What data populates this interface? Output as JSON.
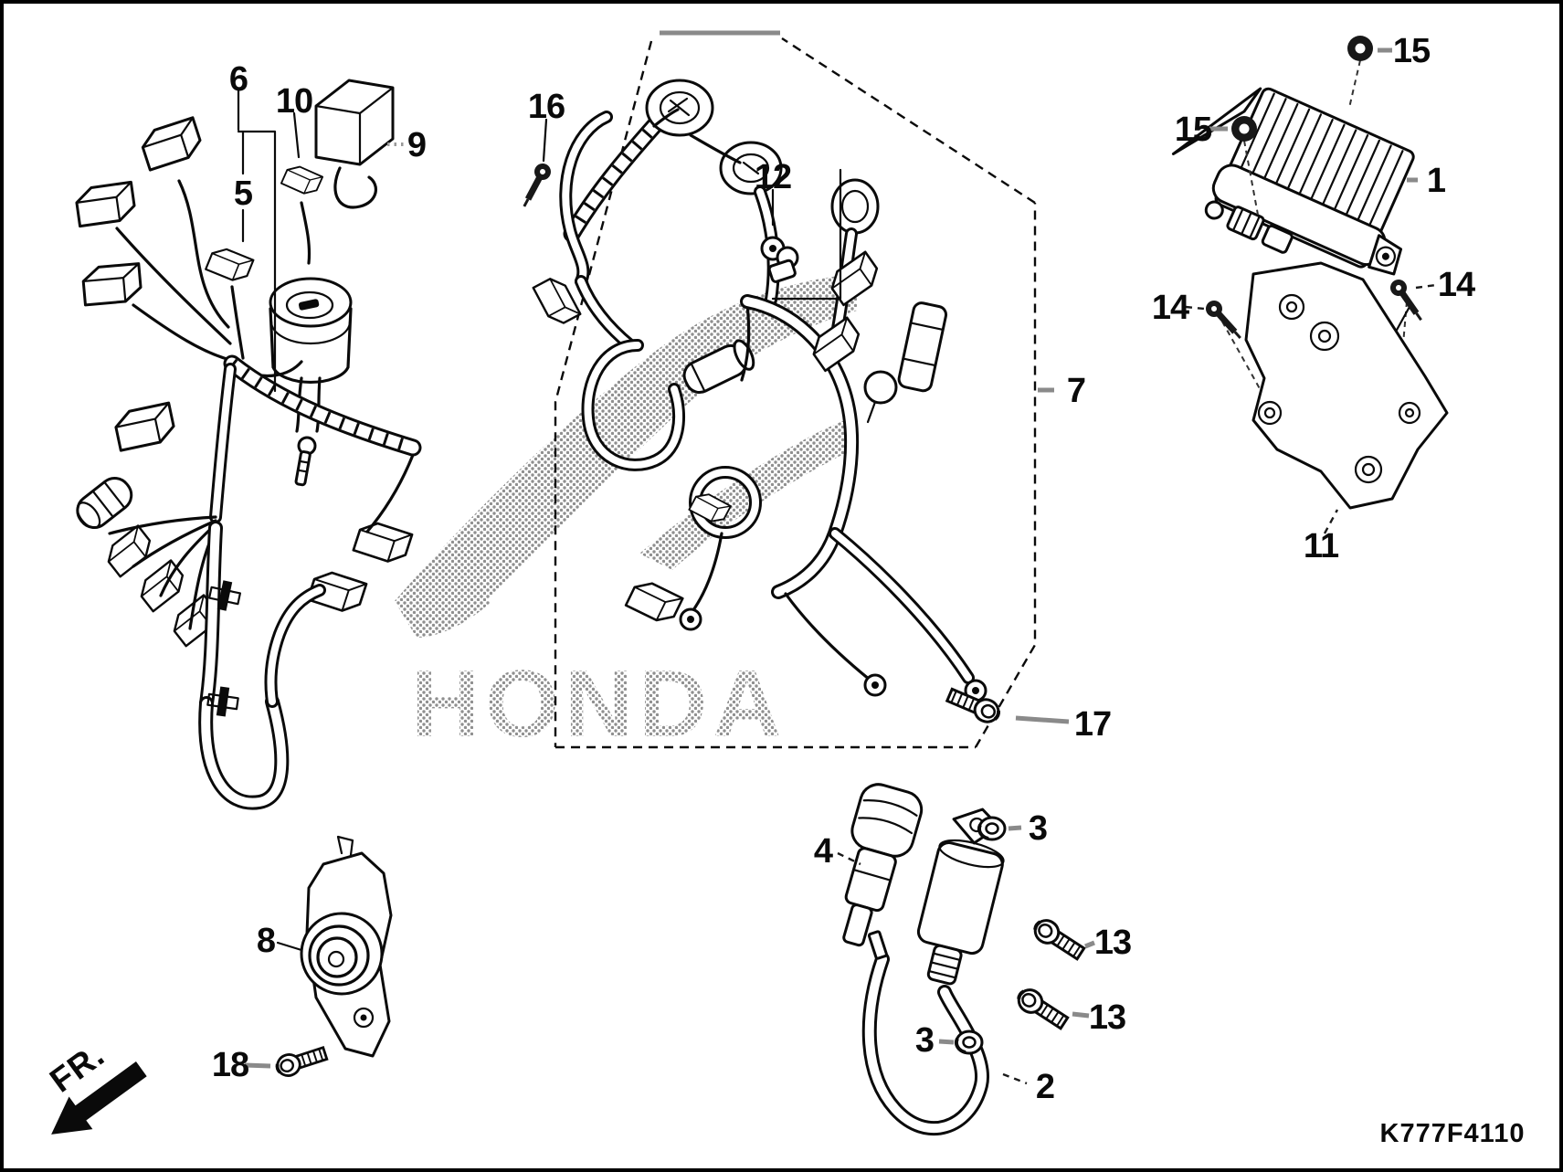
{
  "diagram": {
    "code": "K777F4110",
    "direction_label": "FR.",
    "watermark": "HONDA",
    "border_color": "#000000",
    "leader_gray": "#8a8a8a",
    "fr_arrow_icon": "thick-arrow-pointing-lower-left"
  },
  "callouts": {
    "n1": "1",
    "n2": "2",
    "n3a": "3",
    "n3b": "3",
    "n4": "4",
    "n5": "5",
    "n6": "6",
    "n7": "7",
    "n8": "8",
    "n9": "9",
    "n10": "10",
    "n11": "11",
    "n12": "12",
    "n13a": "13",
    "n13b": "13",
    "n14a": "14",
    "n14b": "14",
    "n15a": "15",
    "n15b": "15",
    "n16": "16",
    "n17": "17",
    "n18": "18"
  }
}
